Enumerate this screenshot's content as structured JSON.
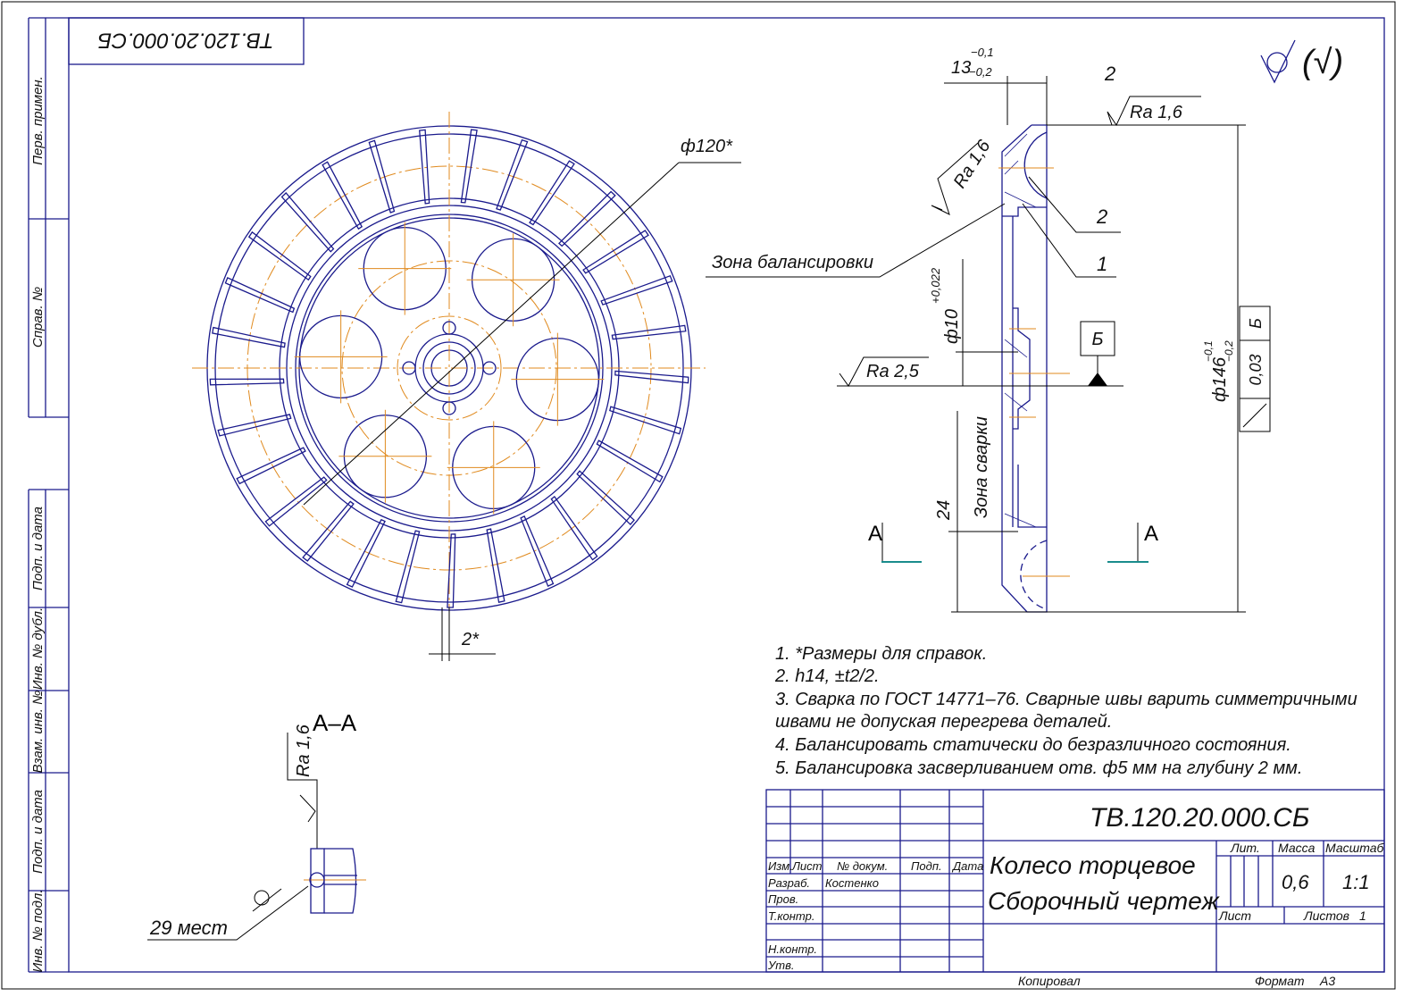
{
  "drawing": {
    "code": "ТВ.120.20.000.СБ",
    "code_rotated": "ТВ.120.20.000.СБ",
    "title_line1": "Колесо торцевое",
    "title_line2": "Сборочный чертеж",
    "developer": "Костенко",
    "mass": "0,6",
    "scale": "1:1",
    "sheets_count": "1",
    "copied_label": "Копировал",
    "format_label": "Формат",
    "format_value": "А3"
  },
  "title_block": {
    "headers": [
      "Изм.",
      "Лист",
      "№ докум.",
      "Подп.",
      "Дата"
    ],
    "roles": [
      "Разраб.",
      "Пров.",
      "Т.контр.",
      "Н.контр.",
      "Утв."
    ],
    "lit_label": "Лит.",
    "mass_label": "Масса",
    "scale_label": "Масштаб",
    "sheet_label": "Лист",
    "sheets_label": "Листов"
  },
  "side_strip": [
    "Перв. примен.",
    "Справ. №",
    "Подп. и дата",
    "Инв. № дубл.",
    "Взам. инв. №",
    "Подп. и дата",
    "Инв. № подл."
  ],
  "annotations": {
    "dia120": "ф120*",
    "gap2": "2*",
    "dim13": "13",
    "dim13_upper": "−0,1",
    "dim13_lower": "−0,2",
    "ra_top": "Ra 1,6",
    "ra_slope": "Ra 1,6",
    "ra_hub": "Ra 2,5",
    "ra_section": "Ra 1,6",
    "balance_zone": "Зона балансировки",
    "weld_zone": "Зона сварки",
    "dia10": "ф10",
    "dia10_tol": "+0,022",
    "dim24": "24",
    "dia146": "ф146",
    "dia146_upper": "−0,1",
    "dia146_lower": "−0,2",
    "datum": "Б",
    "runout_value": "0,03",
    "runout_datum": "Б",
    "pos1": "1",
    "pos2": "2",
    "section_mark_left": "А",
    "section_mark_right": "А",
    "section_title": "А–А",
    "places": "29 мест",
    "rough_general": "(√)"
  },
  "notes": [
    "1. *Размеры для справок.",
    "2. h14, ±t2/2.",
    "3. Сварка по ГОСТ 14771–76. Сварные швы варить симметричными",
    "швами не допуская перегрева деталей.",
    "4. Балансировать статически до безразличного состояния.",
    "5. Балансировка засверливанием отв. ф5 мм на глубину 2 мм."
  ],
  "wheel": {
    "rib_count": 29,
    "hole_count": 6
  },
  "colors": {
    "line": "#1a1a8c",
    "center": "#e08a1e",
    "section": "#1a8c8c"
  }
}
